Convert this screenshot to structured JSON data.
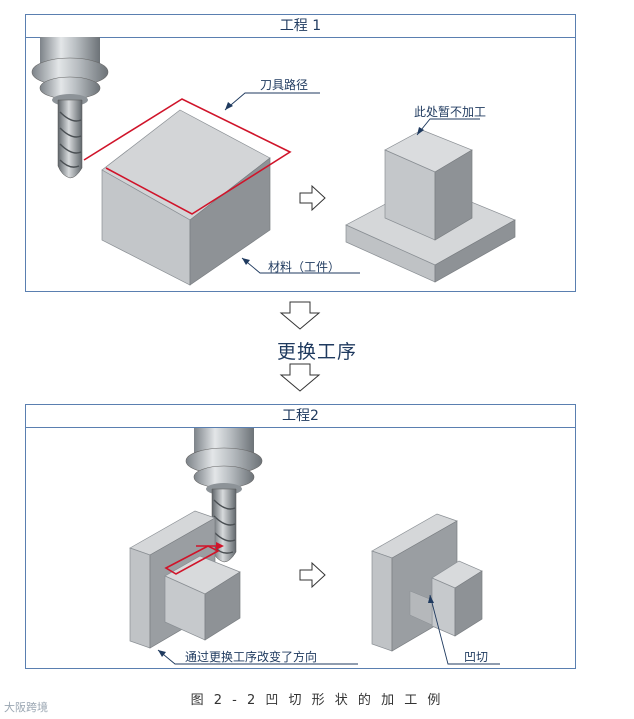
{
  "step1": {
    "title": "工程 1",
    "tool_path_label": "刀具路径",
    "material_label": "材料（工件）",
    "not_machined_label": "此处暂不加工"
  },
  "change_process": "更换工序",
  "step2": {
    "title": "工程2",
    "direction_label": "通过更换工序改变了方向",
    "recess_label": "凹切"
  },
  "caption": "图 2 - 2 凹 切 形 状 的 加 工 例",
  "watermark": "大阪跨境",
  "colors": {
    "frame": "#5a7fb0",
    "text": "#1f3a5f",
    "tool_path": "#d0142a"
  }
}
